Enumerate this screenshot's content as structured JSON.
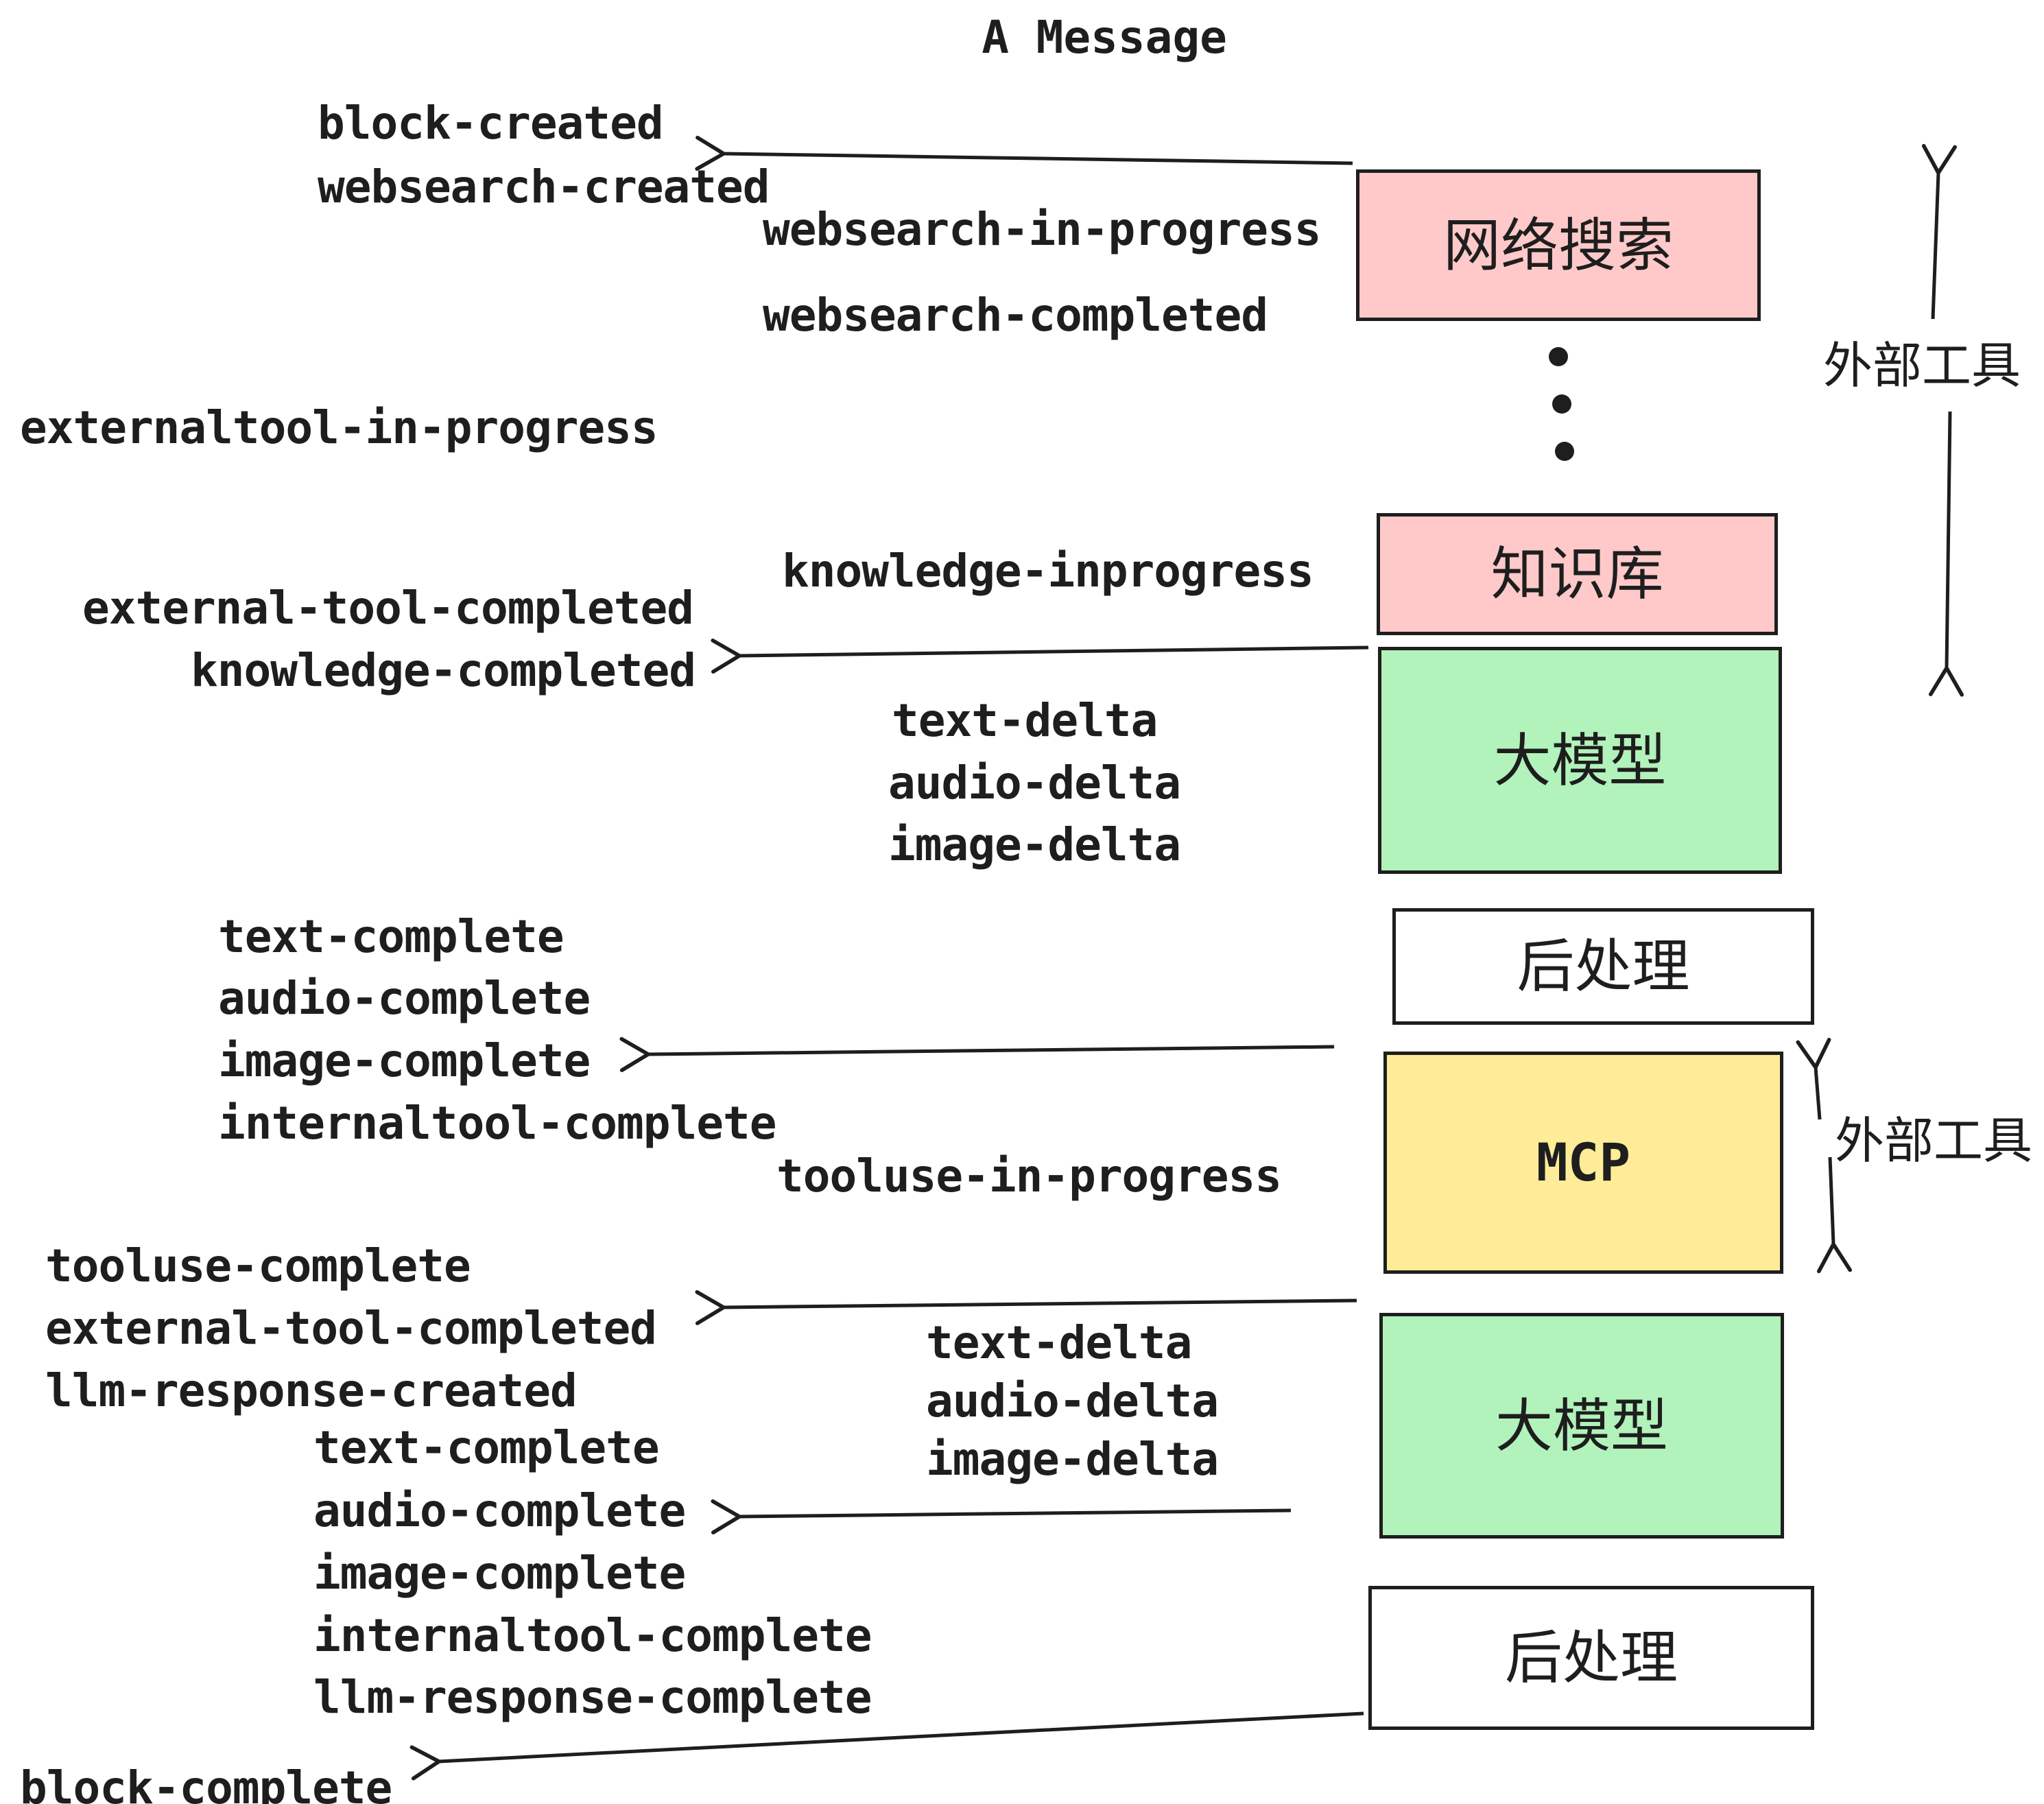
{
  "title": "A Message",
  "events": [
    "block-created",
    "websearch-created",
    "websearch-in-progress",
    "websearch-completed",
    "externaltool-in-progress",
    "knowledge-inprogress",
    "external-tool-completed",
    "knowledge-completed",
    "text-delta",
    "audio-delta",
    "image-delta",
    "text-complete",
    "audio-complete",
    "image-complete",
    "internaltool-complete",
    "tooluse-in-progress",
    "tooluse-complete",
    "external-tool-completed",
    "llm-response-created",
    "text-delta",
    "audio-delta",
    "image-delta",
    "text-complete",
    "audio-complete",
    "image-complete",
    "internaltool-complete",
    "llm-response-complete",
    "block-complete"
  ],
  "boxes": [
    {
      "label": "网络搜索",
      "color": "#FFC9C9"
    },
    {
      "label": "知识库",
      "color": "#FFC9C9"
    },
    {
      "label": "大模型",
      "color": "#B2F2BB"
    },
    {
      "label": "后处理",
      "color": "#FFFFFF"
    },
    {
      "label": "MCP",
      "color": "#FFEC99"
    },
    {
      "label": "大模型",
      "color": "#B2F2BB"
    },
    {
      "label": "后处理",
      "color": "#FFFFFF"
    }
  ],
  "annotations": [
    "外部工具",
    "外部工具"
  ],
  "colors": {
    "ink": "#1E1E1E",
    "pink": "#FFC9C9",
    "green": "#B2F2BB",
    "yellow": "#FFEC99",
    "white": "#FFFFFF"
  }
}
